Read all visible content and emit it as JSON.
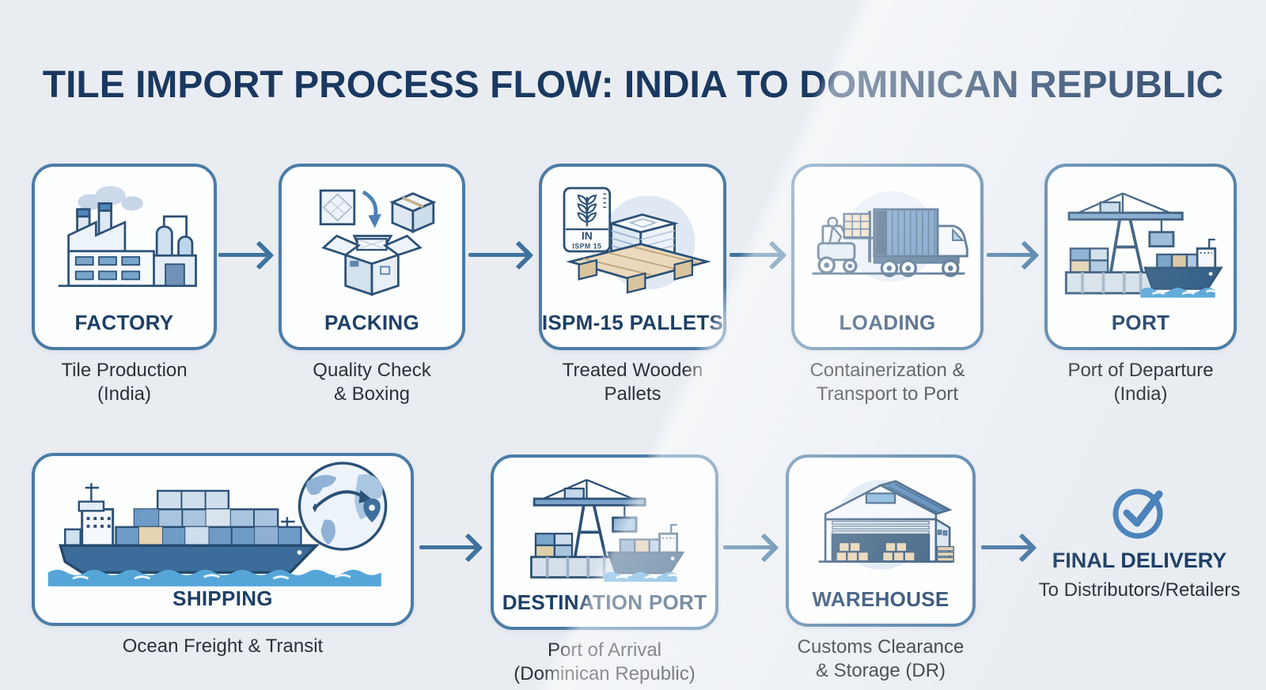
{
  "title": "TILE IMPORT PROCESS FLOW: INDIA TO DOMINICAN REPUBLIC",
  "stages": [
    {
      "key": "factory",
      "label": "FACTORY",
      "subtitle": "Tile Production\n(India)",
      "icon": "factory-icon"
    },
    {
      "key": "packing",
      "label": "PACKING",
      "subtitle": "Quality Check\n& Boxing",
      "icon": "packing-box-icon"
    },
    {
      "key": "ispm-15-pallets",
      "label": "ISPM-15 PALLETS",
      "subtitle": "Treated Wooden\nPallets",
      "icon": "pallet-stamp-icon",
      "stamp": {
        "code": "IN",
        "mark": "ISPM 15"
      }
    },
    {
      "key": "loading",
      "label": "LOADING",
      "subtitle": "Containerization &\nTransport to Port",
      "icon": "forklift-truck-icon"
    },
    {
      "key": "port",
      "label": "PORT",
      "subtitle": "Port of Departure\n(India)",
      "icon": "port-crane-ship-icon"
    },
    {
      "key": "shipping",
      "label": "SHIPPING",
      "subtitle": "Ocean Freight & Transit",
      "icon": "cargo-ship-globe-icon"
    },
    {
      "key": "destination-port",
      "label": "DESTINATION PORT",
      "subtitle": "Port of Arrival\n(Dominican Republic)",
      "icon": "port-crane-ship-icon"
    },
    {
      "key": "warehouse",
      "label": "WAREHOUSE",
      "subtitle": "Customs Clearance\n& Storage (DR)",
      "icon": "warehouse-icon"
    },
    {
      "key": "final-delivery",
      "label": "FINAL DELIVERY",
      "subtitle": "To Distributors/Retailers",
      "icon": "check-circle-icon"
    }
  ],
  "colors": {
    "background": "#e9edf2",
    "card_background": "#fdfefe",
    "card_border": "#4b7ca6",
    "heading_navy": "#1a3860",
    "label_navy": "#1d3f66",
    "subtitle_text": "#2e3036",
    "arrow_blue": "#3f739f",
    "icon_outline": "#2c5176",
    "accent_blue": "#4a7fb5",
    "water_blue": "#57a6da",
    "wood_tan": "#e6d2ae",
    "check_blue": "#4a82ba"
  }
}
